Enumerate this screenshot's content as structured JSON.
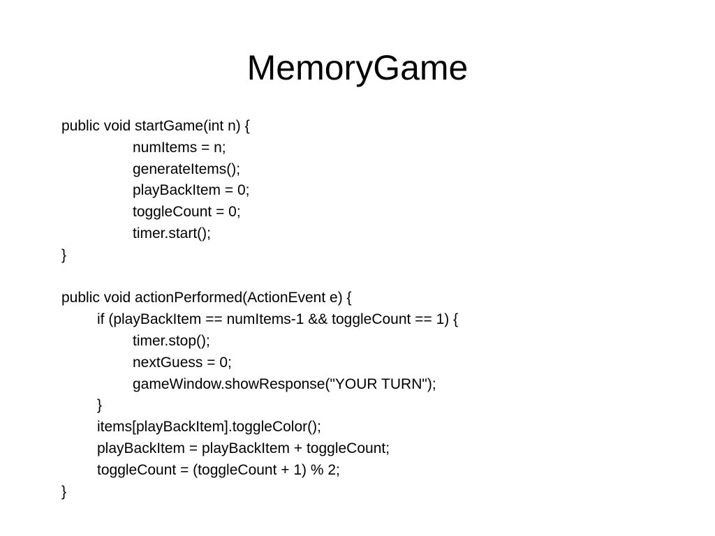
{
  "slide": {
    "title": "MemoryGame",
    "code_lines": [
      {
        "indent": 0,
        "text": "public void startGame(int n) {"
      },
      {
        "indent": 2,
        "text": "numItems = n;"
      },
      {
        "indent": 2,
        "text": "generateItems();"
      },
      {
        "indent": 2,
        "text": "playBackItem = 0;"
      },
      {
        "indent": 2,
        "text": "toggleCount = 0;"
      },
      {
        "indent": 2,
        "text": "timer.start();"
      },
      {
        "indent": 0,
        "text": "}"
      },
      {
        "indent": 0,
        "text": ""
      },
      {
        "indent": 0,
        "text": "public void actionPerformed(ActionEvent e) {"
      },
      {
        "indent": 1,
        "text": "if (playBackItem == numItems-1 && toggleCount == 1) {"
      },
      {
        "indent": 2,
        "text": "timer.stop();"
      },
      {
        "indent": 2,
        "text": "nextGuess = 0;"
      },
      {
        "indent": 2,
        "text": "gameWindow.showResponse(\"YOUR TURN\");"
      },
      {
        "indent": 1,
        "text": "}"
      },
      {
        "indent": 1,
        "text": "items[playBackItem].toggleColor();"
      },
      {
        "indent": 1,
        "text": "playBackItem = playBackItem + toggleCount;"
      },
      {
        "indent": 1,
        "text": "toggleCount = (toggleCount + 1) % 2;"
      },
      {
        "indent": 0,
        "text": "}"
      }
    ]
  }
}
